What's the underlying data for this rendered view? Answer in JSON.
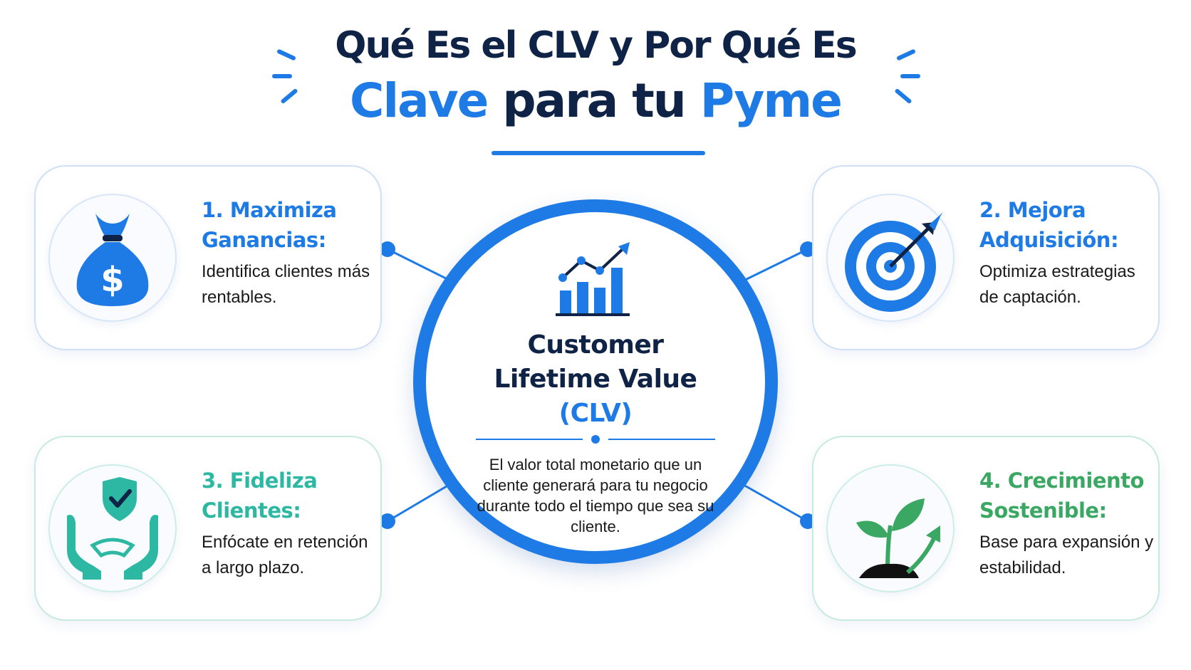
{
  "header": {
    "line1": "Qué Es el CLV y Por Qué Es",
    "line2_word1": "Clave",
    "line2_middle": " para tu ",
    "line2_word2": "Pyme"
  },
  "center": {
    "title_line1": "Customer",
    "title_line2": "Lifetime Value",
    "abbreviation": "(CLV)",
    "description": "El valor total monetario que un cliente generará para tu negocio durante todo el tiempo que sea su cliente.",
    "icon": "bar-chart-growth-icon"
  },
  "cards": [
    {
      "title": "1. Maximiza Ganancias:",
      "description": "Identifica clientes más rentables.",
      "icon": "money-bag-icon",
      "color": "#1e7be6"
    },
    {
      "title": "2. Mejora Adquisición:",
      "description": "Optimiza estrategias de captación.",
      "icon": "target-arrow-icon",
      "color": "#1e7be6"
    },
    {
      "title": "3. Fideliza Clientes:",
      "description": "Enfócate en retención a largo plazo.",
      "icon": "hands-shield-icon",
      "color": "#2db8a4"
    },
    {
      "title": "4. Crecimiento Sostenible:",
      "description": "Base para expansión y estabilidad.",
      "icon": "sprout-growth-icon",
      "color": "#3aa862"
    }
  ],
  "colors": {
    "primary_blue": "#1e7be6",
    "navy": "#0f2347",
    "teal": "#2db8a4",
    "green": "#3aa862"
  }
}
